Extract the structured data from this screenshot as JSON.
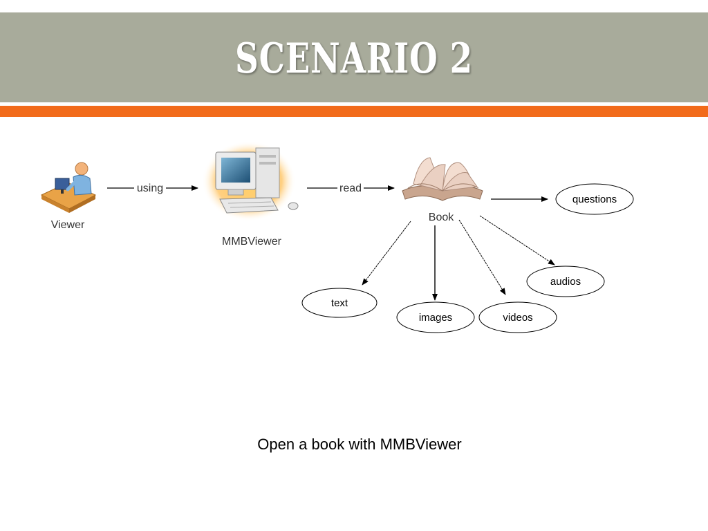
{
  "slide": {
    "title": "SCENARIO 2",
    "caption": "Open a book with MMBViewer"
  },
  "diagram": {
    "nodes": {
      "viewer": "Viewer",
      "mmbviewer": "MMBViewer",
      "book": "Book",
      "questions": "questions",
      "audios": "audios",
      "text": "text",
      "images": "images",
      "videos": "videos"
    },
    "edges": {
      "using": "using",
      "read": "read"
    }
  },
  "colors": {
    "title_bar": "#a8ab9b",
    "accent_bar": "#f26b1b",
    "title_text": "#ffffff"
  },
  "icons": [
    "person-at-desk-icon",
    "computer-icon",
    "open-book-icon"
  ]
}
